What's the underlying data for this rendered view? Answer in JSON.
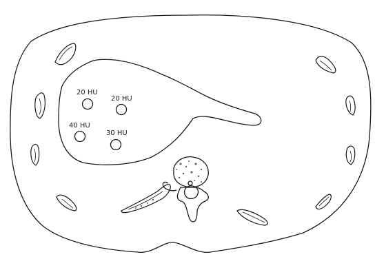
{
  "diagram": {
    "roi_labels": [
      "20 HU",
      "20 HU",
      "40 HU",
      "30 HU"
    ]
  },
  "colors": {
    "line": "#1a1a1a",
    "background": "#ffffff",
    "speckle": "#6a6a6a"
  }
}
